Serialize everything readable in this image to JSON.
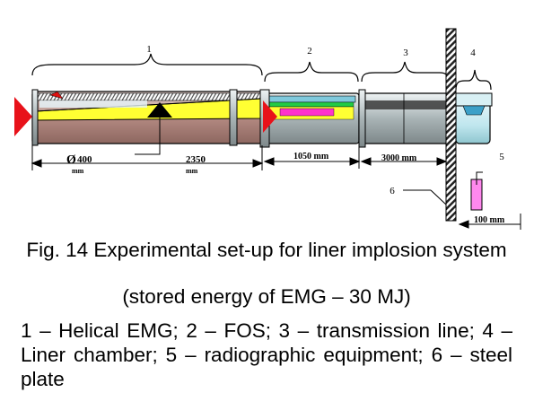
{
  "labels": {
    "part1": "1",
    "part2": "2",
    "part3": "3",
    "part4": "4",
    "part5": "5",
    "part6": "6"
  },
  "dimensions": {
    "diameter": "400",
    "diameter_unit": "mm",
    "len_emg": "2350",
    "len_emg_unit": "mm",
    "len_fos": "1050 mm",
    "len_tl": "3000 mm",
    "len_radio": "100 mm"
  },
  "caption": {
    "title": "Fig. 14 Experimental set-up for liner implosion system",
    "subtitle": "(stored energy of EMG – 30 MJ)",
    "legend": "1 – Helical EMG; 2 – FOS; 3 – transmission line; 4 – Liner chamber; 5 – radiographic equipment; 6 – steel plate"
  },
  "colors": {
    "arrow": "#e8121a",
    "cylinder_body": "#b48a82",
    "liner_yellow": "#ffff33",
    "fos_magenta": "#ff33cc",
    "fos_green": "#22cc44",
    "tube_gray": "#9fa8aa",
    "chamber_cyan": "#c8ecf2",
    "radiograph_pink": "#ff88ee"
  }
}
